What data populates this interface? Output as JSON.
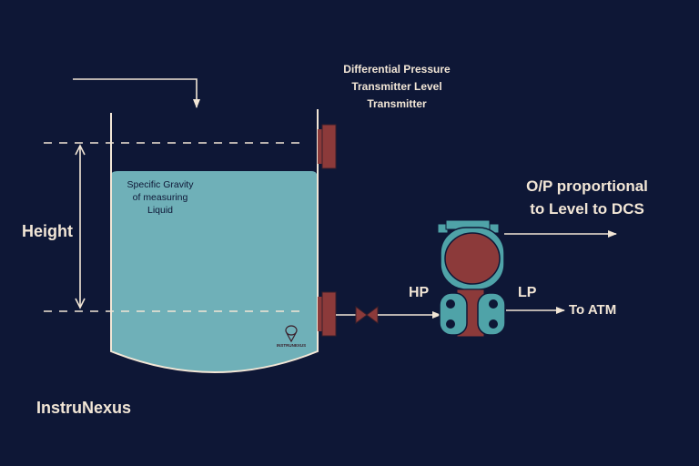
{
  "title_lines": [
    "Differential Pressure",
    "Transmitter Level",
    "Transmitter"
  ],
  "height_label": "Height",
  "specific_gravity_lines": [
    "Specific Gravity",
    "of measuring",
    "Liquid"
  ],
  "output_lines": [
    "O/P proportional",
    "to Level to DCS"
  ],
  "hp_label": "HP",
  "lp_label": "LP",
  "atm_label": "To ATM",
  "brand": "InstruNexus",
  "mini_brand": "INSTRUNEXUS",
  "colors": {
    "background": "#0e1736",
    "liquid": "#6fb0b8",
    "line": "#f2e6d6",
    "flange": "#8c3a3a",
    "transmitter_body": "#4fa3a8"
  }
}
